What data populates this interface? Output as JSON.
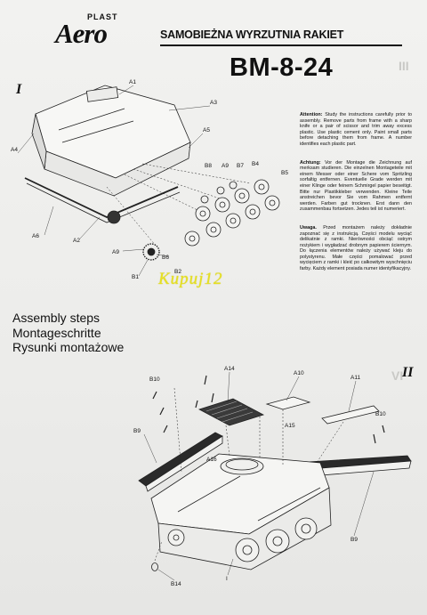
{
  "brand": {
    "small": "PLAST",
    "name": "Aero"
  },
  "title": "SAMOBIEŻNA WYRZUTNIA RAKIET",
  "model": "BM-8-24",
  "steps": {
    "roman_1": "I",
    "roman_2": "II"
  },
  "instructions": {
    "en_heading": "Attention:",
    "en_body": "Study the instructions carefully prior to assembly. Remove parts from frame with a sharp knife or a pair of scissor and trim away excess plastic. Use plastic cement only. Paint small parts before detaching them from frame. A number identifies each plastic part.",
    "de_heading": "Achtung:",
    "de_body": "Vor der Montage die Zeichnung auf merksam studieren. Die einzelnen Montageteile mit einem Messer oder einer Schere vom Spritzling sorfaltig entfernen. Eventuelle Grade werden mit einer Klinge oder feinem Schmirgel papier beseitigt. Bitte nur Plastikkleber verwenden. Kleine Teile anstreichen bevor Sie vom Rahmen entfernt werden. Farben gut trocknen. Erst dann den zusammenbau fortsetzen. Jedes teil ist numeriert.",
    "pl_heading": "Uwaga.",
    "pl_body": "Przed montażem należy dokładnie zapoznać się z instrukcją. Części modelu wyciąć delikatnie z ramki. Nierówności obciąć ostrym nożykiem i wygładzać drobnym papierem ściernym. Do łączenia elementów należy używać kleju do polystyrenu. Małe części pomalować przed wycięciem z ramki i kleić po całkowitym wyschnięciu farby. Każdy element posiada numer identyfikacyjny."
  },
  "assembly": {
    "en": "Assembly steps",
    "de": "Montageschritte",
    "pl": "Rysunki montażowe"
  },
  "watermark": "Kupuj12",
  "labels_top": [
    "A1",
    "A3",
    "A4",
    "A5",
    "A6",
    "A2",
    "A9",
    "B8",
    "A9",
    "B7",
    "B4",
    "B5",
    "B6",
    "B2",
    "B1"
  ],
  "labels_bottom": [
    "A14",
    "A10",
    "A11",
    "B10",
    "B10",
    "B9",
    "A15",
    "A16",
    "B9",
    "B14",
    "I"
  ]
}
